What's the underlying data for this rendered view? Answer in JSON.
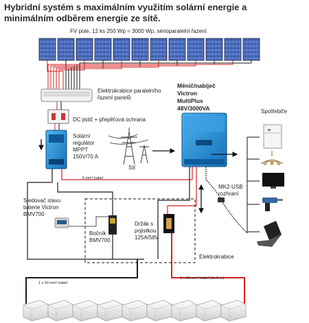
{
  "title_line1": "Hybridní systém s maximálním využitím solární energie a",
  "title_line2": "minimálním odběrem energie ze sítě.",
  "labels": {
    "pv_field": "FV pole, 12 ks 250 Wp = 3000 Wp, sérioparalelní řazení",
    "junction_box_l1": "Elektrokrabice paralelního",
    "junction_box_l2": "řazení panelů",
    "breaker": "DC jistič + přepěťová ochrana",
    "regulator_l1": "Solární",
    "regulator_l2": "regulátor",
    "regulator_l3": "MPPT",
    "regulator_l4": "150V/70 A",
    "grid": "Síť",
    "inverter_l1": "Měnič/nabíječ",
    "inverter_l2": "Victron",
    "inverter_l3": "MultiPlus",
    "inverter_l4": "48V/3000VA",
    "appliances": "Spotřebiče",
    "cable_6": "6 mm² kabel",
    "mk2_l1": "MK2-USB",
    "mk2_l2": "rozhraní",
    "bmv_l1": "Sledovač stavu",
    "bmv_l2": "baterie Victron",
    "bmv_l3": "BMV700",
    "shunt_l1": "Bočník",
    "shunt_l2": "BMV700",
    "fuse_l1": "Držák s",
    "fuse_l2": "pojistkou",
    "fuse_l3": "125A/58V",
    "electrobox": "Elektrokrabice",
    "cable_left": "1 x 50 mm² kabel",
    "cable_right": "1 x 50 mm² kabel (do 5 m)"
  },
  "colors": {
    "positive_wire": "#d42020",
    "negative_wire": "#1a1a1a",
    "panel_blue": "#3e63b8",
    "inverter_blue": "#1f8fd6",
    "arrow": "#111111"
  },
  "icons": [
    "solar-panel-icon",
    "junction-box-icon",
    "breaker-icon",
    "regulator-icon",
    "pylon-icon",
    "inverter-icon",
    "fridge-icon",
    "chandelier-icon",
    "tv-icon",
    "drill-icon",
    "laptop-icon",
    "bmv-monitor-icon",
    "shunt-icon",
    "fuse-holder-icon",
    "battery-icon"
  ]
}
